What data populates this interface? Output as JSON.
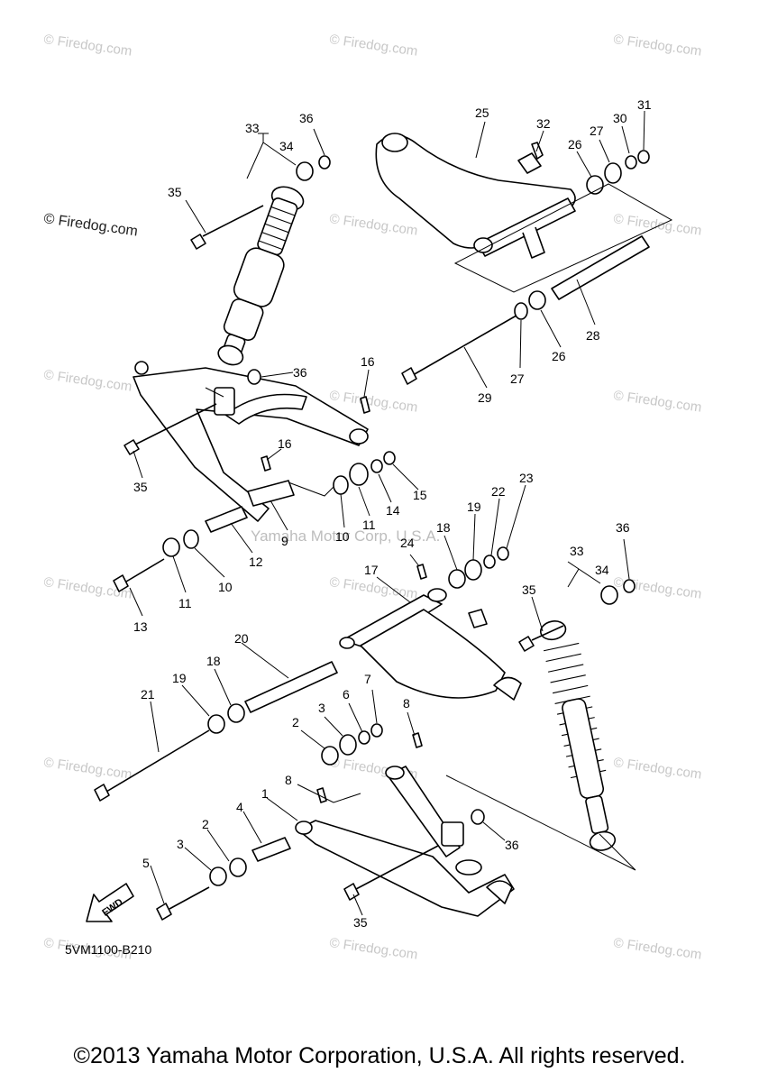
{
  "watermark": {
    "text": "© Firedog.com",
    "center_text": "Yamaha Motor Corp, U.S.A."
  },
  "diagram_code": "5VM1100-B210",
  "fwd_label": "FWD",
  "copyright": "©2013 Yamaha Motor Corporation, U.S.A. All rights reserved.",
  "callouts": [
    "1",
    "2",
    "2",
    "3",
    "3",
    "4",
    "5",
    "6",
    "7",
    "8",
    "8",
    "9",
    "10",
    "10",
    "11",
    "11",
    "12",
    "13",
    "14",
    "15",
    "16",
    "16",
    "17",
    "18",
    "18",
    "19",
    "19",
    "20",
    "21",
    "22",
    "23",
    "24",
    "25",
    "26",
    "26",
    "27",
    "27",
    "28",
    "29",
    "30",
    "31",
    "32",
    "33",
    "33",
    "34",
    "34",
    "35",
    "35",
    "35",
    "35",
    "36",
    "36",
    "36",
    "36"
  ]
}
